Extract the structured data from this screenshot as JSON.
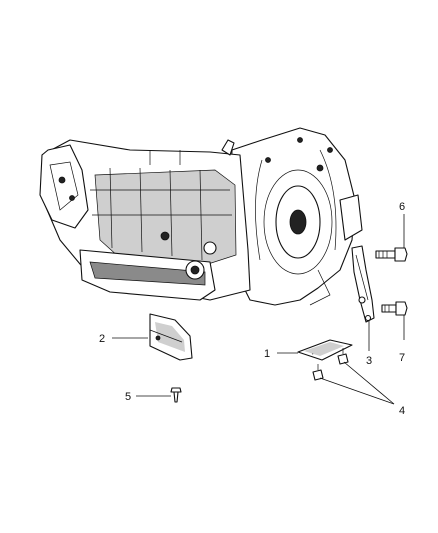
{
  "callouts": [
    {
      "id": "1",
      "label": "1"
    },
    {
      "id": "2",
      "label": "2"
    },
    {
      "id": "3",
      "label": "3"
    },
    {
      "id": "4",
      "label": "4"
    },
    {
      "id": "5",
      "label": "5"
    },
    {
      "id": "6",
      "label": "6"
    },
    {
      "id": "7",
      "label": "7"
    }
  ],
  "parts": [
    {
      "name": "transmission-assembly"
    },
    {
      "name": "shield-plate",
      "callout": "1"
    },
    {
      "name": "heat-shield",
      "callout": "2"
    },
    {
      "name": "support-bracket",
      "callout": "3"
    },
    {
      "name": "nut-pair",
      "callout": "4"
    },
    {
      "name": "push-pin",
      "callout": "5"
    },
    {
      "name": "bolt-upper",
      "callout": "6"
    },
    {
      "name": "bolt-lower",
      "callout": "7"
    }
  ]
}
